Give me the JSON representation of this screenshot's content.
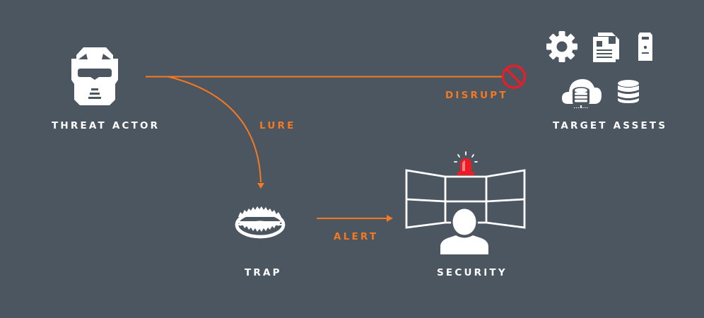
{
  "diagram": {
    "colors": {
      "background": "#4b5660",
      "accent_orange": "#f47920",
      "alarm_red": "#ed1c24",
      "icon_white": "#ffffff"
    },
    "nodes": {
      "threat_actor": {
        "label": "THREAT ACTOR",
        "icon": "helmet-icon"
      },
      "target_assets": {
        "label": "TARGET ASSETS",
        "icons": [
          "gear-icon",
          "documents-icon",
          "server-tower-icon",
          "cloud-database-icon",
          "database-icon"
        ]
      },
      "trap": {
        "label": "TRAP",
        "icon": "bear-trap-icon"
      },
      "security": {
        "label": "SECURITY",
        "icons": [
          "monitor-wall-icon",
          "alarm-siren-icon",
          "person-icon"
        ]
      }
    },
    "edges": {
      "disrupt": {
        "label": "DISRUPT",
        "from": "threat_actor",
        "to": "target_assets",
        "end": "blocked-icon"
      },
      "lure": {
        "label": "LURE",
        "from": "threat_actor",
        "to": "trap"
      },
      "alert": {
        "label": "ALERT",
        "from": "trap",
        "to": "security"
      }
    }
  }
}
